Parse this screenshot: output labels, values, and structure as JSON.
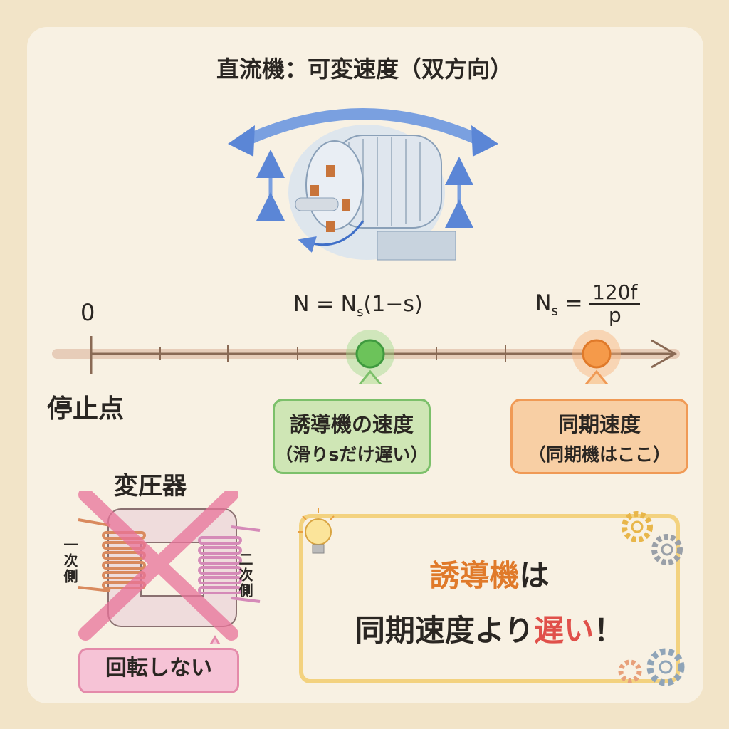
{
  "title": "直流機：可変速度（双方向）",
  "axis": {
    "zero_label": "0",
    "stop_label": "停止点",
    "induction_formula": {
      "lhs": "N = N",
      "sub": "s",
      "rhs": "(1−s)"
    },
    "sync_formula": {
      "lhs": "N",
      "sub": "s",
      "eq": " = ",
      "numerator": "120f",
      "denominator": "p"
    }
  },
  "induction_callout": {
    "line1": "誘導機の速度",
    "line2": "（滑りsだけ遅い）"
  },
  "sync_callout": {
    "line1": "同期速度",
    "line2": "（同期機はここ）"
  },
  "transformer": {
    "title": "変圧器",
    "primary_label": "一次側",
    "secondary_label": "二次側",
    "note": "回転しない"
  },
  "conclusion": {
    "line1_highlight": "誘導機",
    "line1_rest": "は",
    "line2_start": "同期速度より",
    "line2_highlight": "遅い",
    "line2_end": "！"
  },
  "colors": {
    "induction": "#5cb85c",
    "sync": "#f08a3a",
    "transformer_x": "#e9739a",
    "dc_arrow": "#5b86d6"
  }
}
